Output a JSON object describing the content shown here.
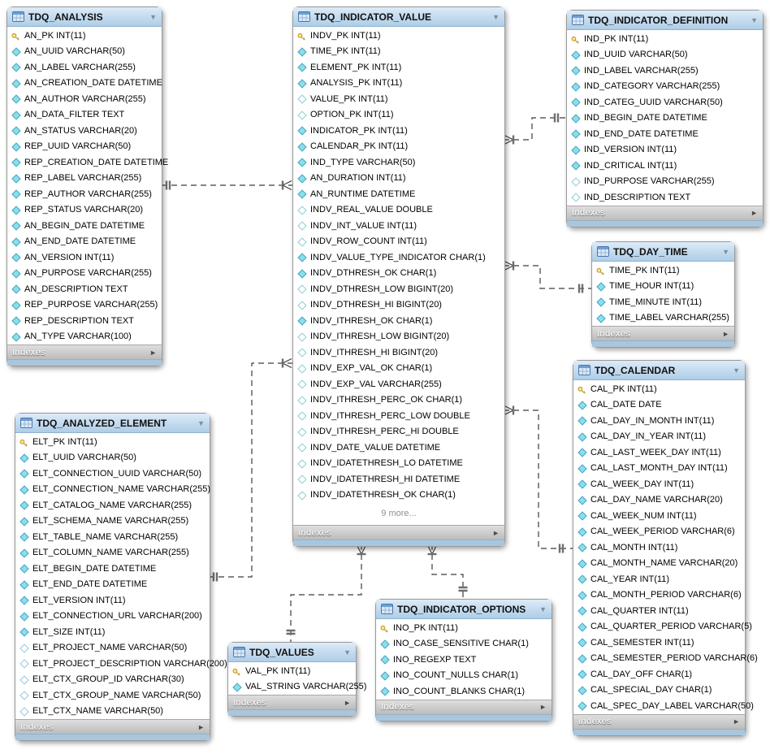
{
  "diagram": {
    "icons": {
      "collapse": "▼",
      "expand": "►"
    },
    "tables": [
      {
        "name": "TDQ_ANALYSIS",
        "footer_label": "Indexes",
        "fields": [
          {
            "icon": "key",
            "text": "AN_PK INT(11)"
          },
          {
            "icon": "diamond",
            "text": "AN_UUID VARCHAR(50)"
          },
          {
            "icon": "diamond",
            "text": "AN_LABEL VARCHAR(255)"
          },
          {
            "icon": "diamond",
            "text": "AN_CREATION_DATE DATETIME"
          },
          {
            "icon": "diamond",
            "text": "AN_AUTHOR VARCHAR(255)"
          },
          {
            "icon": "diamond",
            "text": "AN_DATA_FILTER TEXT"
          },
          {
            "icon": "diamond",
            "text": "AN_STATUS VARCHAR(20)"
          },
          {
            "icon": "diamond",
            "text": "REP_UUID VARCHAR(50)"
          },
          {
            "icon": "diamond",
            "text": "REP_CREATION_DATE DATETIME"
          },
          {
            "icon": "diamond",
            "text": "REP_LABEL VARCHAR(255)"
          },
          {
            "icon": "diamond",
            "text": "REP_AUTHOR VARCHAR(255)"
          },
          {
            "icon": "diamond",
            "text": "REP_STATUS VARCHAR(20)"
          },
          {
            "icon": "diamond",
            "text": "AN_BEGIN_DATE DATETIME"
          },
          {
            "icon": "diamond",
            "text": "AN_END_DATE DATETIME"
          },
          {
            "icon": "diamond",
            "text": "AN_VERSION INT(11)"
          },
          {
            "icon": "diamond",
            "text": "AN_PURPOSE VARCHAR(255)"
          },
          {
            "icon": "diamond",
            "text": "AN_DESCRIPTION TEXT"
          },
          {
            "icon": "diamond",
            "text": "REP_PURPOSE VARCHAR(255)"
          },
          {
            "icon": "diamond",
            "text": "REP_DESCRIPTION TEXT"
          },
          {
            "icon": "diamond",
            "text": "AN_TYPE VARCHAR(100)"
          }
        ]
      },
      {
        "name": "TDQ_INDICATOR_VALUE",
        "footer_label": "Indexes",
        "more_label": "9 more...",
        "fields": [
          {
            "icon": "key",
            "text": "INDV_PK INT(11)"
          },
          {
            "icon": "diamond",
            "text": "TIME_PK INT(11)"
          },
          {
            "icon": "diamond",
            "text": "ELEMENT_PK INT(11)"
          },
          {
            "icon": "diamond",
            "text": "ANALYSIS_PK INT(11)"
          },
          {
            "icon": "diamond-open",
            "text": "VALUE_PK INT(11)"
          },
          {
            "icon": "diamond-open",
            "text": "OPTION_PK INT(11)"
          },
          {
            "icon": "diamond",
            "text": "INDICATOR_PK INT(11)"
          },
          {
            "icon": "diamond",
            "text": "CALENDAR_PK INT(11)"
          },
          {
            "icon": "diamond",
            "text": "IND_TYPE VARCHAR(50)"
          },
          {
            "icon": "diamond",
            "text": "AN_DURATION INT(11)"
          },
          {
            "icon": "diamond",
            "text": "AN_RUNTIME DATETIME"
          },
          {
            "icon": "diamond-open",
            "text": "INDV_REAL_VALUE DOUBLE"
          },
          {
            "icon": "diamond-open",
            "text": "INDV_INT_VALUE INT(11)"
          },
          {
            "icon": "diamond-open",
            "text": "INDV_ROW_COUNT INT(11)"
          },
          {
            "icon": "diamond",
            "text": "INDV_VALUE_TYPE_INDICATOR CHAR(1)"
          },
          {
            "icon": "diamond",
            "text": "INDV_DTHRESH_OK CHAR(1)"
          },
          {
            "icon": "diamond-open",
            "text": "INDV_DTHRESH_LOW BIGINT(20)"
          },
          {
            "icon": "diamond-open",
            "text": "INDV_DTHRESH_HI BIGINT(20)"
          },
          {
            "icon": "diamond",
            "text": "INDV_ITHRESH_OK CHAR(1)"
          },
          {
            "icon": "diamond-open",
            "text": "INDV_ITHRESH_LOW BIGINT(20)"
          },
          {
            "icon": "diamond-open",
            "text": "INDV_ITHRESH_HI BIGINT(20)"
          },
          {
            "icon": "diamond-open",
            "text": "INDV_EXP_VAL_OK CHAR(1)"
          },
          {
            "icon": "diamond-open",
            "text": "INDV_EXP_VAL VARCHAR(255)"
          },
          {
            "icon": "diamond-open",
            "text": "INDV_ITHRESH_PERC_OK CHAR(1)"
          },
          {
            "icon": "diamond-open",
            "text": "INDV_ITHRESH_PERC_LOW DOUBLE"
          },
          {
            "icon": "diamond-open",
            "text": "INDV_ITHRESH_PERC_HI DOUBLE"
          },
          {
            "icon": "diamond-open",
            "text": "INDV_DATE_VALUE DATETIME"
          },
          {
            "icon": "diamond-open",
            "text": "INDV_IDATETHRESH_LO DATETIME"
          },
          {
            "icon": "diamond-open",
            "text": "INDV_IDATETHRESH_HI DATETIME"
          },
          {
            "icon": "diamond-open",
            "text": "INDV_IDATETHRESH_OK CHAR(1)"
          }
        ]
      },
      {
        "name": "TDQ_INDICATOR_DEFINITION",
        "footer_label": "Indexes",
        "fields": [
          {
            "icon": "key",
            "text": "IND_PK INT(11)"
          },
          {
            "icon": "diamond",
            "text": "IND_UUID VARCHAR(50)"
          },
          {
            "icon": "diamond",
            "text": "IND_LABEL VARCHAR(255)"
          },
          {
            "icon": "diamond",
            "text": "IND_CATEGORY VARCHAR(255)"
          },
          {
            "icon": "diamond",
            "text": "IND_CATEG_UUID VARCHAR(50)"
          },
          {
            "icon": "diamond",
            "text": "IND_BEGIN_DATE DATETIME"
          },
          {
            "icon": "diamond",
            "text": "IND_END_DATE DATETIME"
          },
          {
            "icon": "diamond",
            "text": "IND_VERSION INT(11)"
          },
          {
            "icon": "diamond",
            "text": "IND_CRITICAL INT(11)"
          },
          {
            "icon": "diamond-open",
            "text": "IND_PURPOSE VARCHAR(255)"
          },
          {
            "icon": "diamond-open",
            "text": "IND_DESCRIPTION TEXT"
          }
        ]
      },
      {
        "name": "TDQ_DAY_TIME",
        "footer_label": "Indexes",
        "fields": [
          {
            "icon": "key",
            "text": "TIME_PK INT(11)"
          },
          {
            "icon": "diamond",
            "text": "TIME_HOUR INT(11)"
          },
          {
            "icon": "diamond",
            "text": "TIME_MINUTE INT(11)"
          },
          {
            "icon": "diamond",
            "text": "TIME_LABEL VARCHAR(255)"
          }
        ]
      },
      {
        "name": "TDQ_CALENDAR",
        "footer_label": "Indexes",
        "fields": [
          {
            "icon": "key",
            "text": "CAL_PK INT(11)"
          },
          {
            "icon": "diamond",
            "text": "CAL_DATE DATE"
          },
          {
            "icon": "diamond",
            "text": "CAL_DAY_IN_MONTH INT(11)"
          },
          {
            "icon": "diamond",
            "text": "CAL_DAY_IN_YEAR INT(11)"
          },
          {
            "icon": "diamond",
            "text": "CAL_LAST_WEEK_DAY INT(11)"
          },
          {
            "icon": "diamond",
            "text": "CAL_LAST_MONTH_DAY INT(11)"
          },
          {
            "icon": "diamond",
            "text": "CAL_WEEK_DAY INT(11)"
          },
          {
            "icon": "diamond",
            "text": "CAL_DAY_NAME VARCHAR(20)"
          },
          {
            "icon": "diamond",
            "text": "CAL_WEEK_NUM INT(11)"
          },
          {
            "icon": "diamond",
            "text": "CAL_WEEK_PERIOD VARCHAR(6)"
          },
          {
            "icon": "diamond",
            "text": "CAL_MONTH INT(11)"
          },
          {
            "icon": "diamond",
            "text": "CAL_MONTH_NAME VARCHAR(20)"
          },
          {
            "icon": "diamond",
            "text": "CAL_YEAR INT(11)"
          },
          {
            "icon": "diamond",
            "text": "CAL_MONTH_PERIOD VARCHAR(6)"
          },
          {
            "icon": "diamond",
            "text": "CAL_QUARTER INT(11)"
          },
          {
            "icon": "diamond",
            "text": "CAL_QUARTER_PERIOD VARCHAR(5)"
          },
          {
            "icon": "diamond",
            "text": "CAL_SEMESTER INT(11)"
          },
          {
            "icon": "diamond",
            "text": "CAL_SEMESTER_PERIOD VARCHAR(6)"
          },
          {
            "icon": "diamond",
            "text": "CAL_DAY_OFF CHAR(1)"
          },
          {
            "icon": "diamond",
            "text": "CAL_SPECIAL_DAY CHAR(1)"
          },
          {
            "icon": "diamond",
            "text": "CAL_SPEC_DAY_LABEL VARCHAR(50)"
          }
        ]
      },
      {
        "name": "TDQ_ANALYZED_ELEMENT",
        "footer_label": "Indexes",
        "fields": [
          {
            "icon": "key",
            "text": "ELT_PK INT(11)"
          },
          {
            "icon": "diamond",
            "text": "ELT_UUID VARCHAR(50)"
          },
          {
            "icon": "diamond",
            "text": "ELT_CONNECTION_UUID VARCHAR(50)"
          },
          {
            "icon": "diamond",
            "text": "ELT_CONNECTION_NAME VARCHAR(255)"
          },
          {
            "icon": "diamond",
            "text": "ELT_CATALOG_NAME VARCHAR(255)"
          },
          {
            "icon": "diamond",
            "text": "ELT_SCHEMA_NAME VARCHAR(255)"
          },
          {
            "icon": "diamond",
            "text": "ELT_TABLE_NAME VARCHAR(255)"
          },
          {
            "icon": "diamond",
            "text": "ELT_COLUMN_NAME VARCHAR(255)"
          },
          {
            "icon": "diamond",
            "text": "ELT_BEGIN_DATE DATETIME"
          },
          {
            "icon": "diamond",
            "text": "ELT_END_DATE DATETIME"
          },
          {
            "icon": "diamond",
            "text": "ELT_VERSION INT(11)"
          },
          {
            "icon": "diamond",
            "text": "ELT_CONNECTION_URL VARCHAR(200)"
          },
          {
            "icon": "diamond",
            "text": "ELT_SIZE INT(11)"
          },
          {
            "icon": "diamond-open",
            "text": "ELT_PROJECT_NAME VARCHAR(50)"
          },
          {
            "icon": "diamond-open",
            "text": "ELT_PROJECT_DESCRIPTION VARCHAR(200)"
          },
          {
            "icon": "diamond-open",
            "text": "ELT_CTX_GROUP_ID VARCHAR(30)"
          },
          {
            "icon": "diamond-open",
            "text": "ELT_CTX_GROUP_NAME VARCHAR(50)"
          },
          {
            "icon": "diamond-open",
            "text": "ELT_CTX_NAME VARCHAR(50)"
          }
        ]
      },
      {
        "name": "TDQ_VALUES",
        "footer_label": "Indexes",
        "fields": [
          {
            "icon": "key",
            "text": "VAL_PK INT(11)"
          },
          {
            "icon": "diamond",
            "text": "VAL_STRING VARCHAR(255)"
          }
        ]
      },
      {
        "name": "TDQ_INDICATOR_OPTIONS",
        "footer_label": "Indexes",
        "fields": [
          {
            "icon": "key",
            "text": "INO_PK INT(11)"
          },
          {
            "icon": "diamond",
            "text": "INO_CASE_SENSITIVE CHAR(1)"
          },
          {
            "icon": "diamond",
            "text": "INO_REGEXP TEXT"
          },
          {
            "icon": "diamond",
            "text": "INO_COUNT_NULLS CHAR(1)"
          },
          {
            "icon": "diamond",
            "text": "INO_COUNT_BLANKS CHAR(1)"
          }
        ]
      }
    ],
    "relationships": [
      {
        "from": "TDQ_ANALYSIS",
        "to": "TDQ_INDICATOR_VALUE",
        "cardinality": "one-to-many"
      },
      {
        "from": "TDQ_INDICATOR_DEFINITION",
        "to": "TDQ_INDICATOR_VALUE",
        "cardinality": "one-to-many"
      },
      {
        "from": "TDQ_DAY_TIME",
        "to": "TDQ_INDICATOR_VALUE",
        "cardinality": "one-to-many"
      },
      {
        "from": "TDQ_CALENDAR",
        "to": "TDQ_INDICATOR_VALUE",
        "cardinality": "one-to-many"
      },
      {
        "from": "TDQ_ANALYZED_ELEMENT",
        "to": "TDQ_INDICATOR_VALUE",
        "cardinality": "one-to-many"
      },
      {
        "from": "TDQ_VALUES",
        "to": "TDQ_INDICATOR_VALUE",
        "cardinality": "one-to-many"
      },
      {
        "from": "TDQ_INDICATOR_OPTIONS",
        "to": "TDQ_INDICATOR_VALUE",
        "cardinality": "one-to-many"
      }
    ]
  }
}
